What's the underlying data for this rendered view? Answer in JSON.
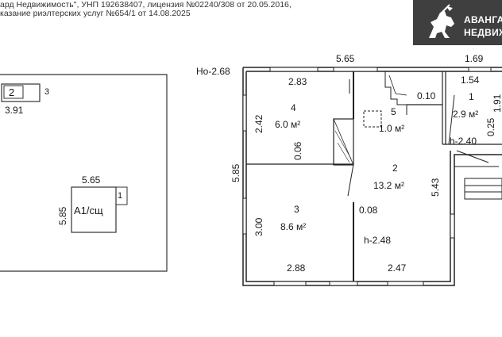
{
  "header": {
    "line1": "ард Недвижимость\", УНП 192638407, лицензия №02240/308 от 20.05.2016,",
    "line2": "казание риэлтерских услуг №654/1 от 14.08.2025"
  },
  "logo": {
    "name_line1": "АВАНГА",
    "name_line2": "НЕДВИЖ",
    "icon": "knight-on-horse-icon"
  },
  "site_plan": {
    "small_building_number": "2",
    "small_building_sub": "3",
    "small_building_dim": "3.91",
    "main_building_width": "5.65",
    "main_building_depth": "5.85",
    "main_building_label": "А1/сщ",
    "main_building_sub": "1"
  },
  "floor_plan": {
    "base_height": "Нo-2.68",
    "dim_top_left": "5.65",
    "dim_top_right": "1.69",
    "dim_left": "5.85",
    "rooms": [
      {
        "number": "4",
        "area": "6.0 м²"
      },
      {
        "number": "5",
        "area": "1.0 м²"
      },
      {
        "number": "1",
        "area": "2.9 м²"
      },
      {
        "number": "2",
        "area": "13.2 м²"
      },
      {
        "number": "3",
        "area": "8.6 м²"
      }
    ],
    "dims": {
      "room4_width": "2.83",
      "room4_height": "2.42",
      "room4_wall": "0.06",
      "room5_width": "0.10",
      "room1_width": "1.54",
      "room1_height": "1.91",
      "room1_wall": "0.25",
      "room1_ceiling": "h-2.40",
      "room2_height": "5.43",
      "room2_wall": "0.08",
      "room2_ceiling": "h-2.48",
      "room3_height": "3.00",
      "bottom_left": "2.88",
      "bottom_right": "2.47"
    }
  }
}
